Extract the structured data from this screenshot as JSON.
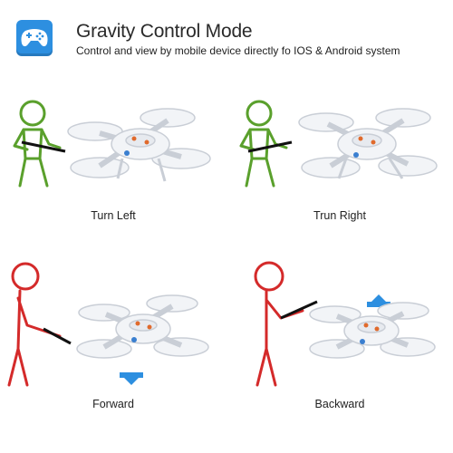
{
  "header": {
    "icon": "gamepad-icon",
    "title": "Gravity Control Mode",
    "subtitle": "Control and view by mobile device directly fo IOS & Android system"
  },
  "panels": [
    {
      "label": "Turn Left",
      "figure_color": "#5aa02c",
      "arrow": "none"
    },
    {
      "label": "Trun Right",
      "figure_color": "#5aa02c",
      "arrow": "none"
    },
    {
      "label": "Forward",
      "figure_color": "#d42a2a",
      "arrow": "down"
    },
    {
      "label": "Backward",
      "figure_color": "#d42a2a",
      "arrow": "up"
    }
  ],
  "colors": {
    "accent": "#2d8fe0",
    "green_figure": "#5aa02c",
    "red_figure": "#d42a2a",
    "drone_body": "#f2f4f7"
  }
}
